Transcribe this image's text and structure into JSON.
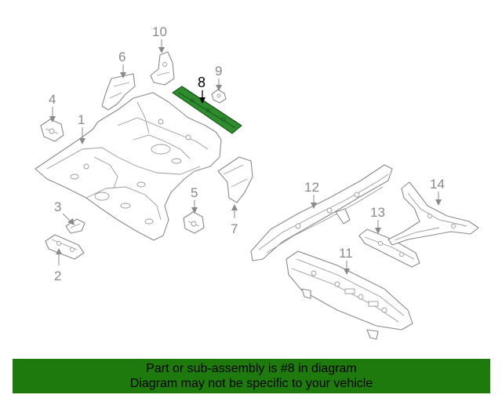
{
  "diagram": {
    "callouts": [
      "1",
      "2",
      "3",
      "4",
      "5",
      "6",
      "7",
      "8",
      "9",
      "10",
      "11",
      "12",
      "13",
      "14"
    ],
    "highlighted_part": "8",
    "colors": {
      "highlight": "#2e8b2e",
      "banner": "#1f7a0d",
      "line": "#8a8a8a"
    }
  },
  "banner": {
    "line1": "Part or sub-assembly is #8 in diagram",
    "line2": "Diagram may not be specific to your vehicle"
  }
}
